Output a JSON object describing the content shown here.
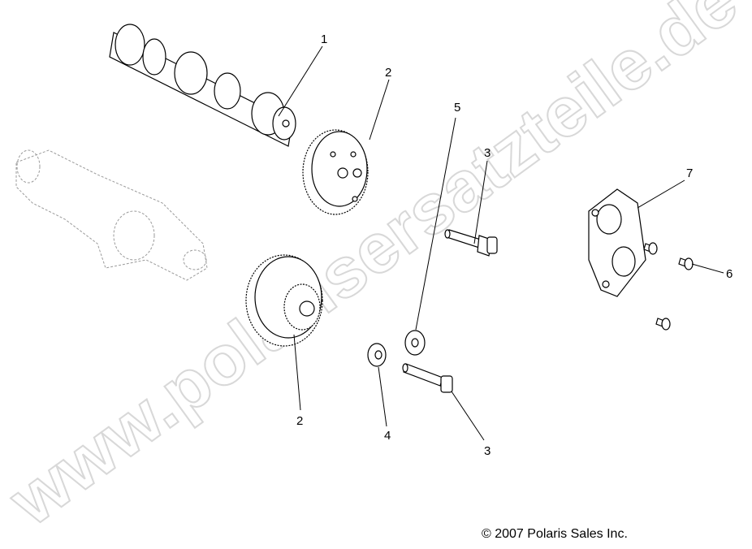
{
  "watermark": "www.polarisersatzteile.de",
  "copyright": "© 2007 Polaris Sales Inc.",
  "callouts": [
    {
      "part": "camshaft",
      "label": "1"
    },
    {
      "part": "upper-gear",
      "label": "2"
    },
    {
      "part": "lower-gear",
      "label": "2"
    },
    {
      "part": "upper-washer",
      "label": "5"
    },
    {
      "part": "upper-bolt",
      "label": "3"
    },
    {
      "part": "cover-plate",
      "label": "7"
    },
    {
      "part": "screws",
      "label": "6"
    },
    {
      "part": "lower-washer",
      "label": "4"
    },
    {
      "part": "lower-bolt",
      "label": "3"
    }
  ]
}
